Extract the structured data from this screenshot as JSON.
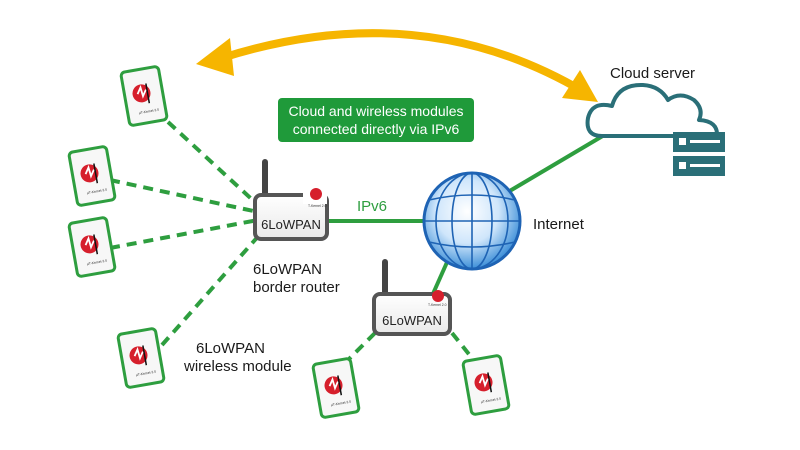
{
  "banner": {
    "line1": "Cloud and wireless modules",
    "line2": "connected directly via IPv6"
  },
  "labels": {
    "cloud_server": "Cloud server",
    "internet": "Internet",
    "ipv6": "IPv6",
    "border_router_line1": "6LoWPAN",
    "border_router_line2": "border router",
    "wireless_module_line1": "6LoWPAN",
    "wireless_module_line2": "wireless module"
  },
  "router_text": "6LoWPAN",
  "router_badge_text": "T-Kernel 2.0",
  "module_badge_text": "μT-Kernel 3.0",
  "colors": {
    "link_green": "#2e9e3f",
    "banner_green": "#1f9a3a",
    "arrow_orange": "#f6b500",
    "cloud_teal": "#2a6f78",
    "module_red": "#d61f2c"
  },
  "icons": [
    "cloud-icon",
    "server-icon",
    "globe-icon",
    "router-icon",
    "module-icon",
    "double-arrow-icon"
  ]
}
